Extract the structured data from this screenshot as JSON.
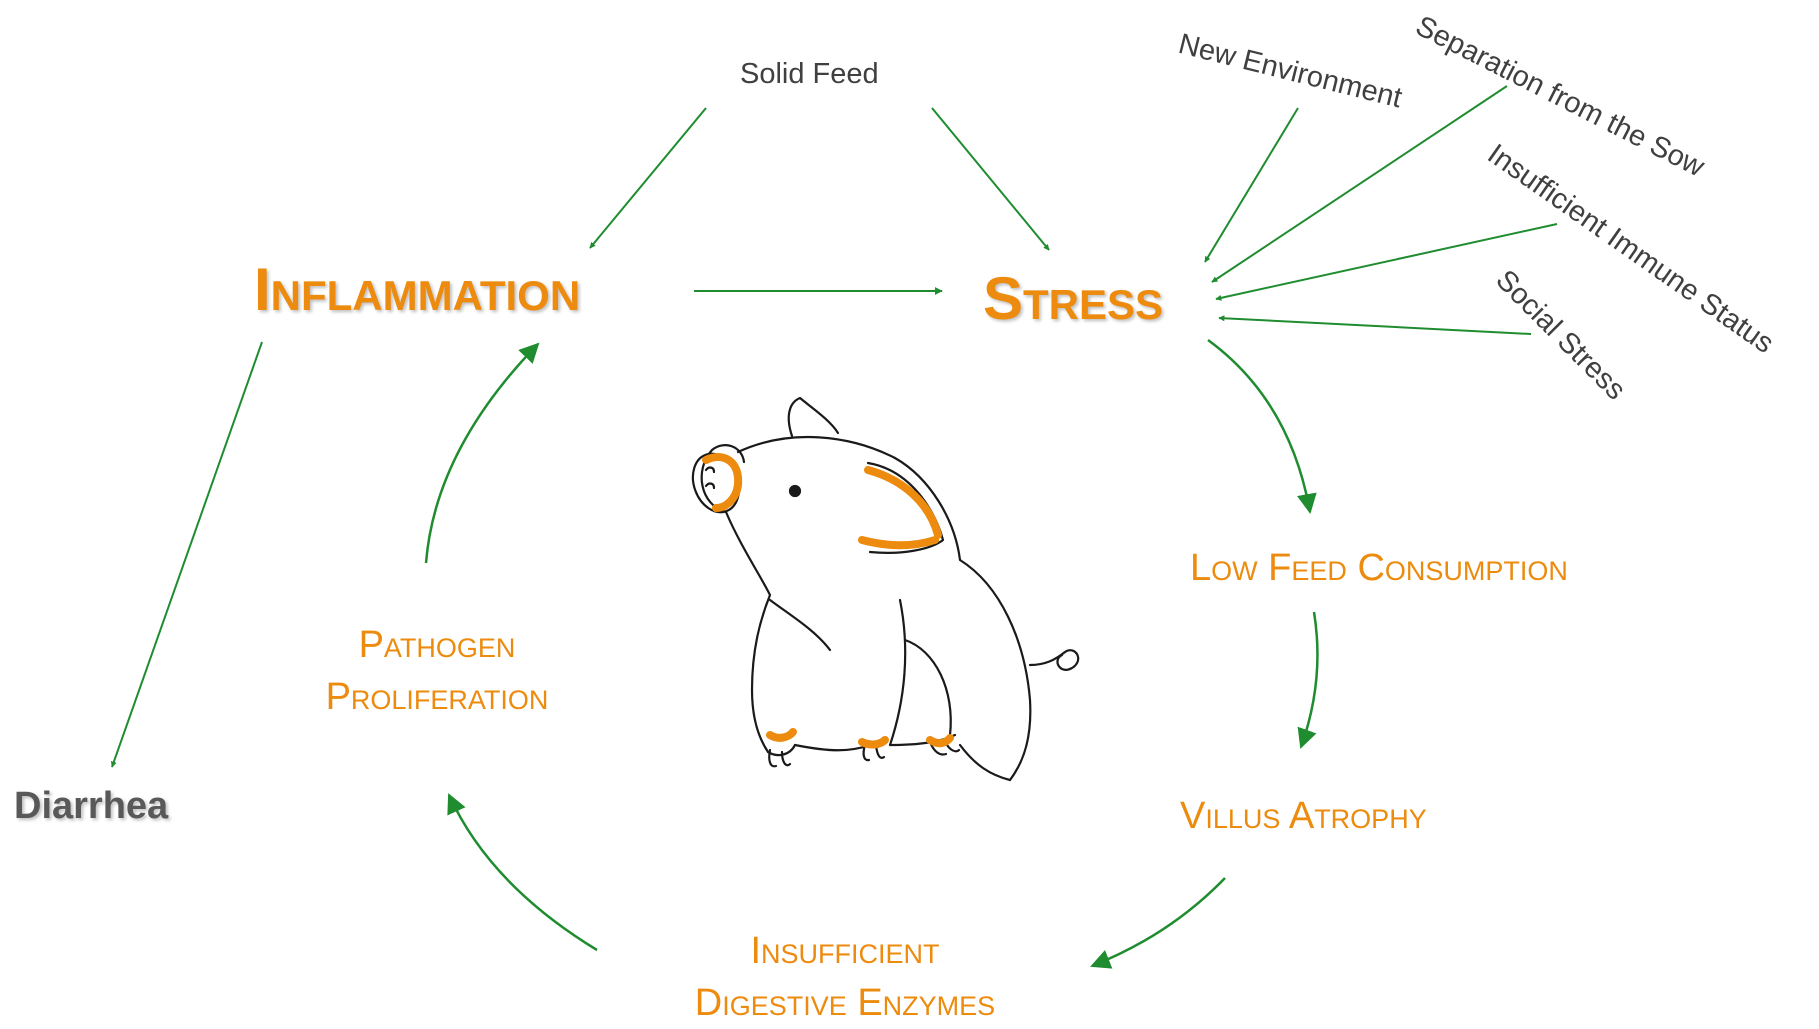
{
  "nodes": {
    "solid_feed": "Solid Feed",
    "new_environment": "New Environment",
    "separation_from_sow": "Separation from the Sow",
    "insufficient_immune_status": "Insufficient Immune Status",
    "social_stress": "Social Stress",
    "inflammation": "Inflammation",
    "stress": "Stress",
    "low_feed_consumption": "Low Feed Consumption",
    "villus_atrophy": "Villus Atrophy",
    "insufficient_digestive_enzymes_line1": "Insufficient",
    "insufficient_digestive_enzymes_line2": "Digestive Enzymes",
    "pathogen_proliferation_line1": "Pathogen",
    "pathogen_proliferation_line2": "Proliferation",
    "diarrhea": "Diarrhea"
  },
  "edges": [
    {
      "from": "Solid Feed",
      "to": "Inflammation"
    },
    {
      "from": "Solid Feed",
      "to": "Stress"
    },
    {
      "from": "New Environment",
      "to": "Stress"
    },
    {
      "from": "Separation from the Sow",
      "to": "Stress"
    },
    {
      "from": "Insufficient Immune Status",
      "to": "Stress"
    },
    {
      "from": "Social Stress",
      "to": "Stress"
    },
    {
      "from": "Inflammation",
      "to": "Stress"
    },
    {
      "from": "Inflammation",
      "to": "Diarrhea"
    },
    {
      "from": "Stress",
      "to": "Low Feed Consumption"
    },
    {
      "from": "Low Feed Consumption",
      "to": "Villus Atrophy"
    },
    {
      "from": "Villus Atrophy",
      "to": "Insufficient Digestive Enzymes"
    },
    {
      "from": "Insufficient Digestive Enzymes",
      "to": "Pathogen Proliferation"
    },
    {
      "from": "Pathogen Proliferation",
      "to": "Inflammation"
    }
  ],
  "colors": {
    "accent": "#ec8b0e",
    "arrow": "#1e8c2f",
    "cause_text": "#404040",
    "diarrhea_text": "#595959"
  },
  "illustration": "pig-sketch"
}
